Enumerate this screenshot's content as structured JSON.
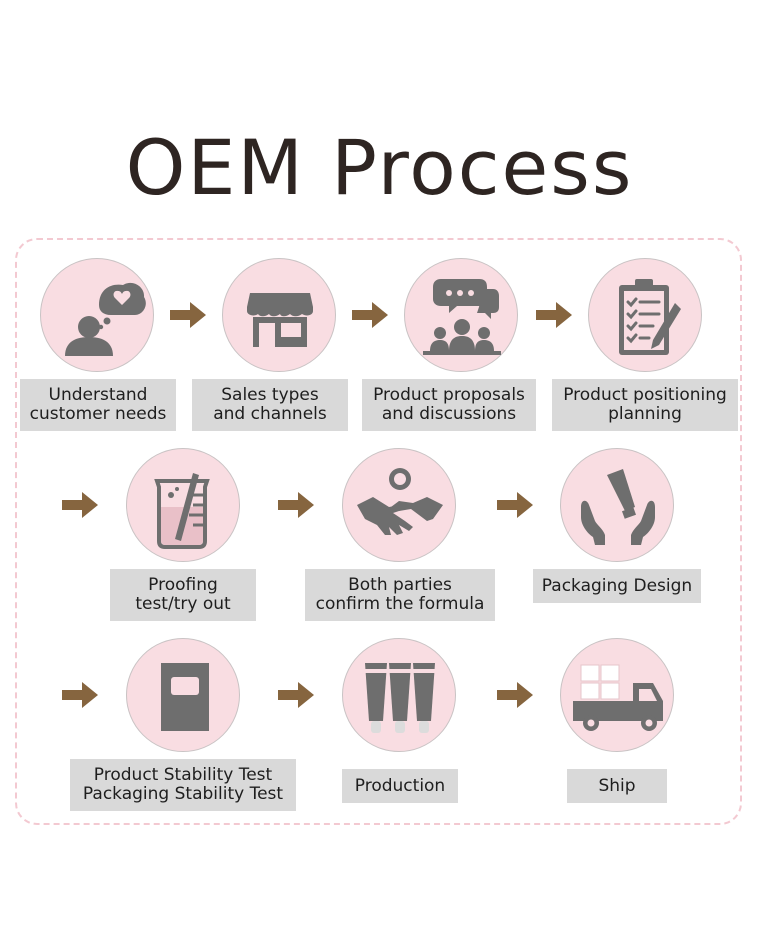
{
  "title": "OEM Process",
  "steps": [
    {
      "lines": [
        "Understand",
        "customer needs"
      ],
      "icon": "person-heart-icon"
    },
    {
      "lines": [
        "Sales types",
        "and channels"
      ],
      "icon": "storefront-icon"
    },
    {
      "lines": [
        "Product proposals",
        "and discussions"
      ],
      "icon": "meeting-discussion-icon"
    },
    {
      "lines": [
        "Product positioning",
        "planning"
      ],
      "icon": "clipboard-checklist-icon"
    },
    {
      "lines": [
        "Proofing",
        "test/try out"
      ],
      "icon": "beaker-icon"
    },
    {
      "lines": [
        "Both parties",
        "confirm the formula"
      ],
      "icon": "handshake-icon"
    },
    {
      "lines": [
        "Packaging Design",
        ""
      ],
      "icon": "hands-tube-icon"
    },
    {
      "lines": [
        "Product Stability Test",
        "Packaging Stability Test"
      ],
      "icon": "stability-box-icon"
    },
    {
      "lines": [
        "Production",
        ""
      ],
      "icon": "tubes-production-icon"
    },
    {
      "lines": [
        "Ship",
        ""
      ],
      "icon": "delivery-truck-icon"
    }
  ],
  "colors": {
    "title": "#2e2522",
    "circle_fill": "#f9dde2",
    "icon": "#6e6e6e",
    "arrow": "#86653f",
    "label_bg": "#d9d9d9",
    "frame_border": "#f3c9d1"
  }
}
